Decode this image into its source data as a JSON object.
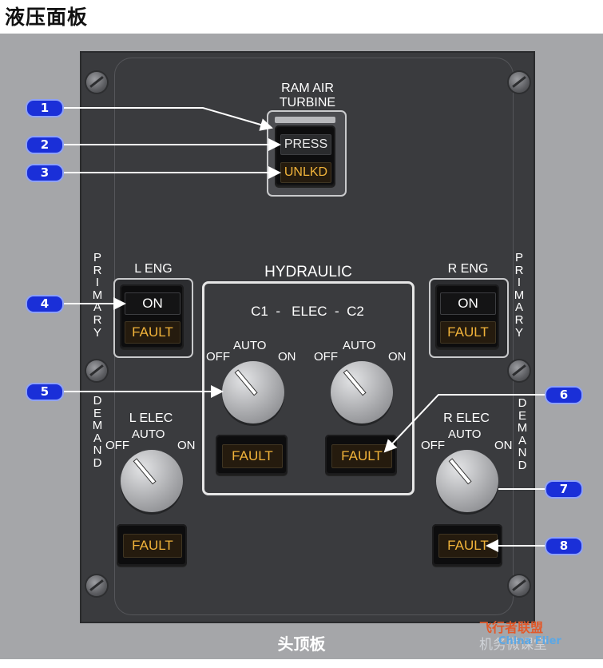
{
  "title": "液压面板",
  "footer": "头顶板",
  "watermark": {
    "main": "机务微课堂",
    "red": "飞行者联盟",
    "sub": "China Flier"
  },
  "ram_air_turbine": {
    "label_line1": "RAM AIR",
    "label_line2": "TURBINE",
    "press": "PRESS",
    "unlkd": "UNLKD"
  },
  "hydraulic": {
    "header": "HYDRAULIC",
    "subheader": "C1  -   ELEC  -  C2",
    "fault": "FAULT"
  },
  "left_eng": {
    "label": "L ENG",
    "on": "ON",
    "fault": "FAULT"
  },
  "right_eng": {
    "label": "R ENG",
    "on": "ON",
    "fault": "FAULT"
  },
  "primary_label": [
    "P",
    "R",
    "I",
    "M",
    "A",
    "R",
    "Y"
  ],
  "demand_label": [
    "D",
    "E",
    "M",
    "A",
    "N",
    "D"
  ],
  "selector_positions": {
    "off": "OFF",
    "auto": "AUTO",
    "on": "ON"
  },
  "l_elec": {
    "label": "L ELEC",
    "fault": "FAULT"
  },
  "r_elec": {
    "label": "R ELEC",
    "fault": "FAULT"
  },
  "callouts": [
    "1",
    "2",
    "3",
    "4",
    "5",
    "6",
    "7",
    "8"
  ],
  "colors": {
    "callout": "#1a2fd8",
    "fault_amber": "#f1b33a",
    "panel": "#3a3b3e"
  }
}
